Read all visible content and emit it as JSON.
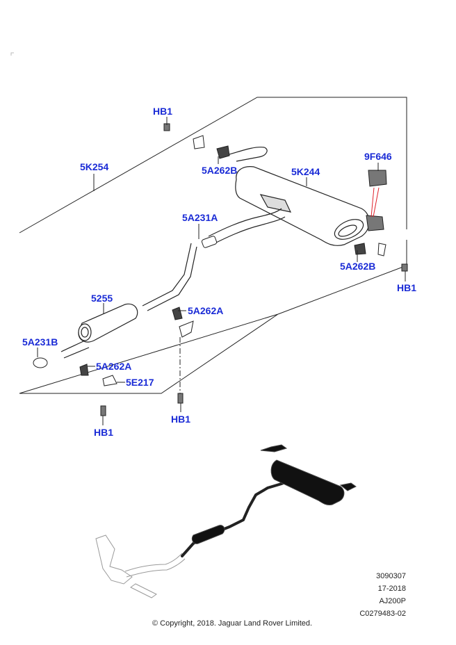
{
  "diagram": {
    "title": "Exhaust system parts illustration",
    "callouts": {
      "hb1_top": "HB1",
      "5k254": "5K254",
      "5a262b_top": "5A262B",
      "5k244": "5K244",
      "9f646": "9F646",
      "5a231a": "5A231A",
      "5a262b_right": "5A262B",
      "hb1_right": "HB1",
      "5255": "5255",
      "5a262a_mid": "5A262A",
      "5a231b": "5A231B",
      "5a262a_low": "5A262A",
      "5e217": "5E217",
      "hb1_mid": "HB1",
      "hb1_bottom": "HB1"
    },
    "accent_color": "#1a2bd6",
    "leader_highlight_color": "#e0202a"
  },
  "reference": {
    "code1": "3090307",
    "code2": "17-2018",
    "engine": "AJ200P",
    "illustration_id": "C0279483-02"
  },
  "footer": {
    "copyright": "© Copyright, 2018. Jaguar Land Rover Limited."
  }
}
